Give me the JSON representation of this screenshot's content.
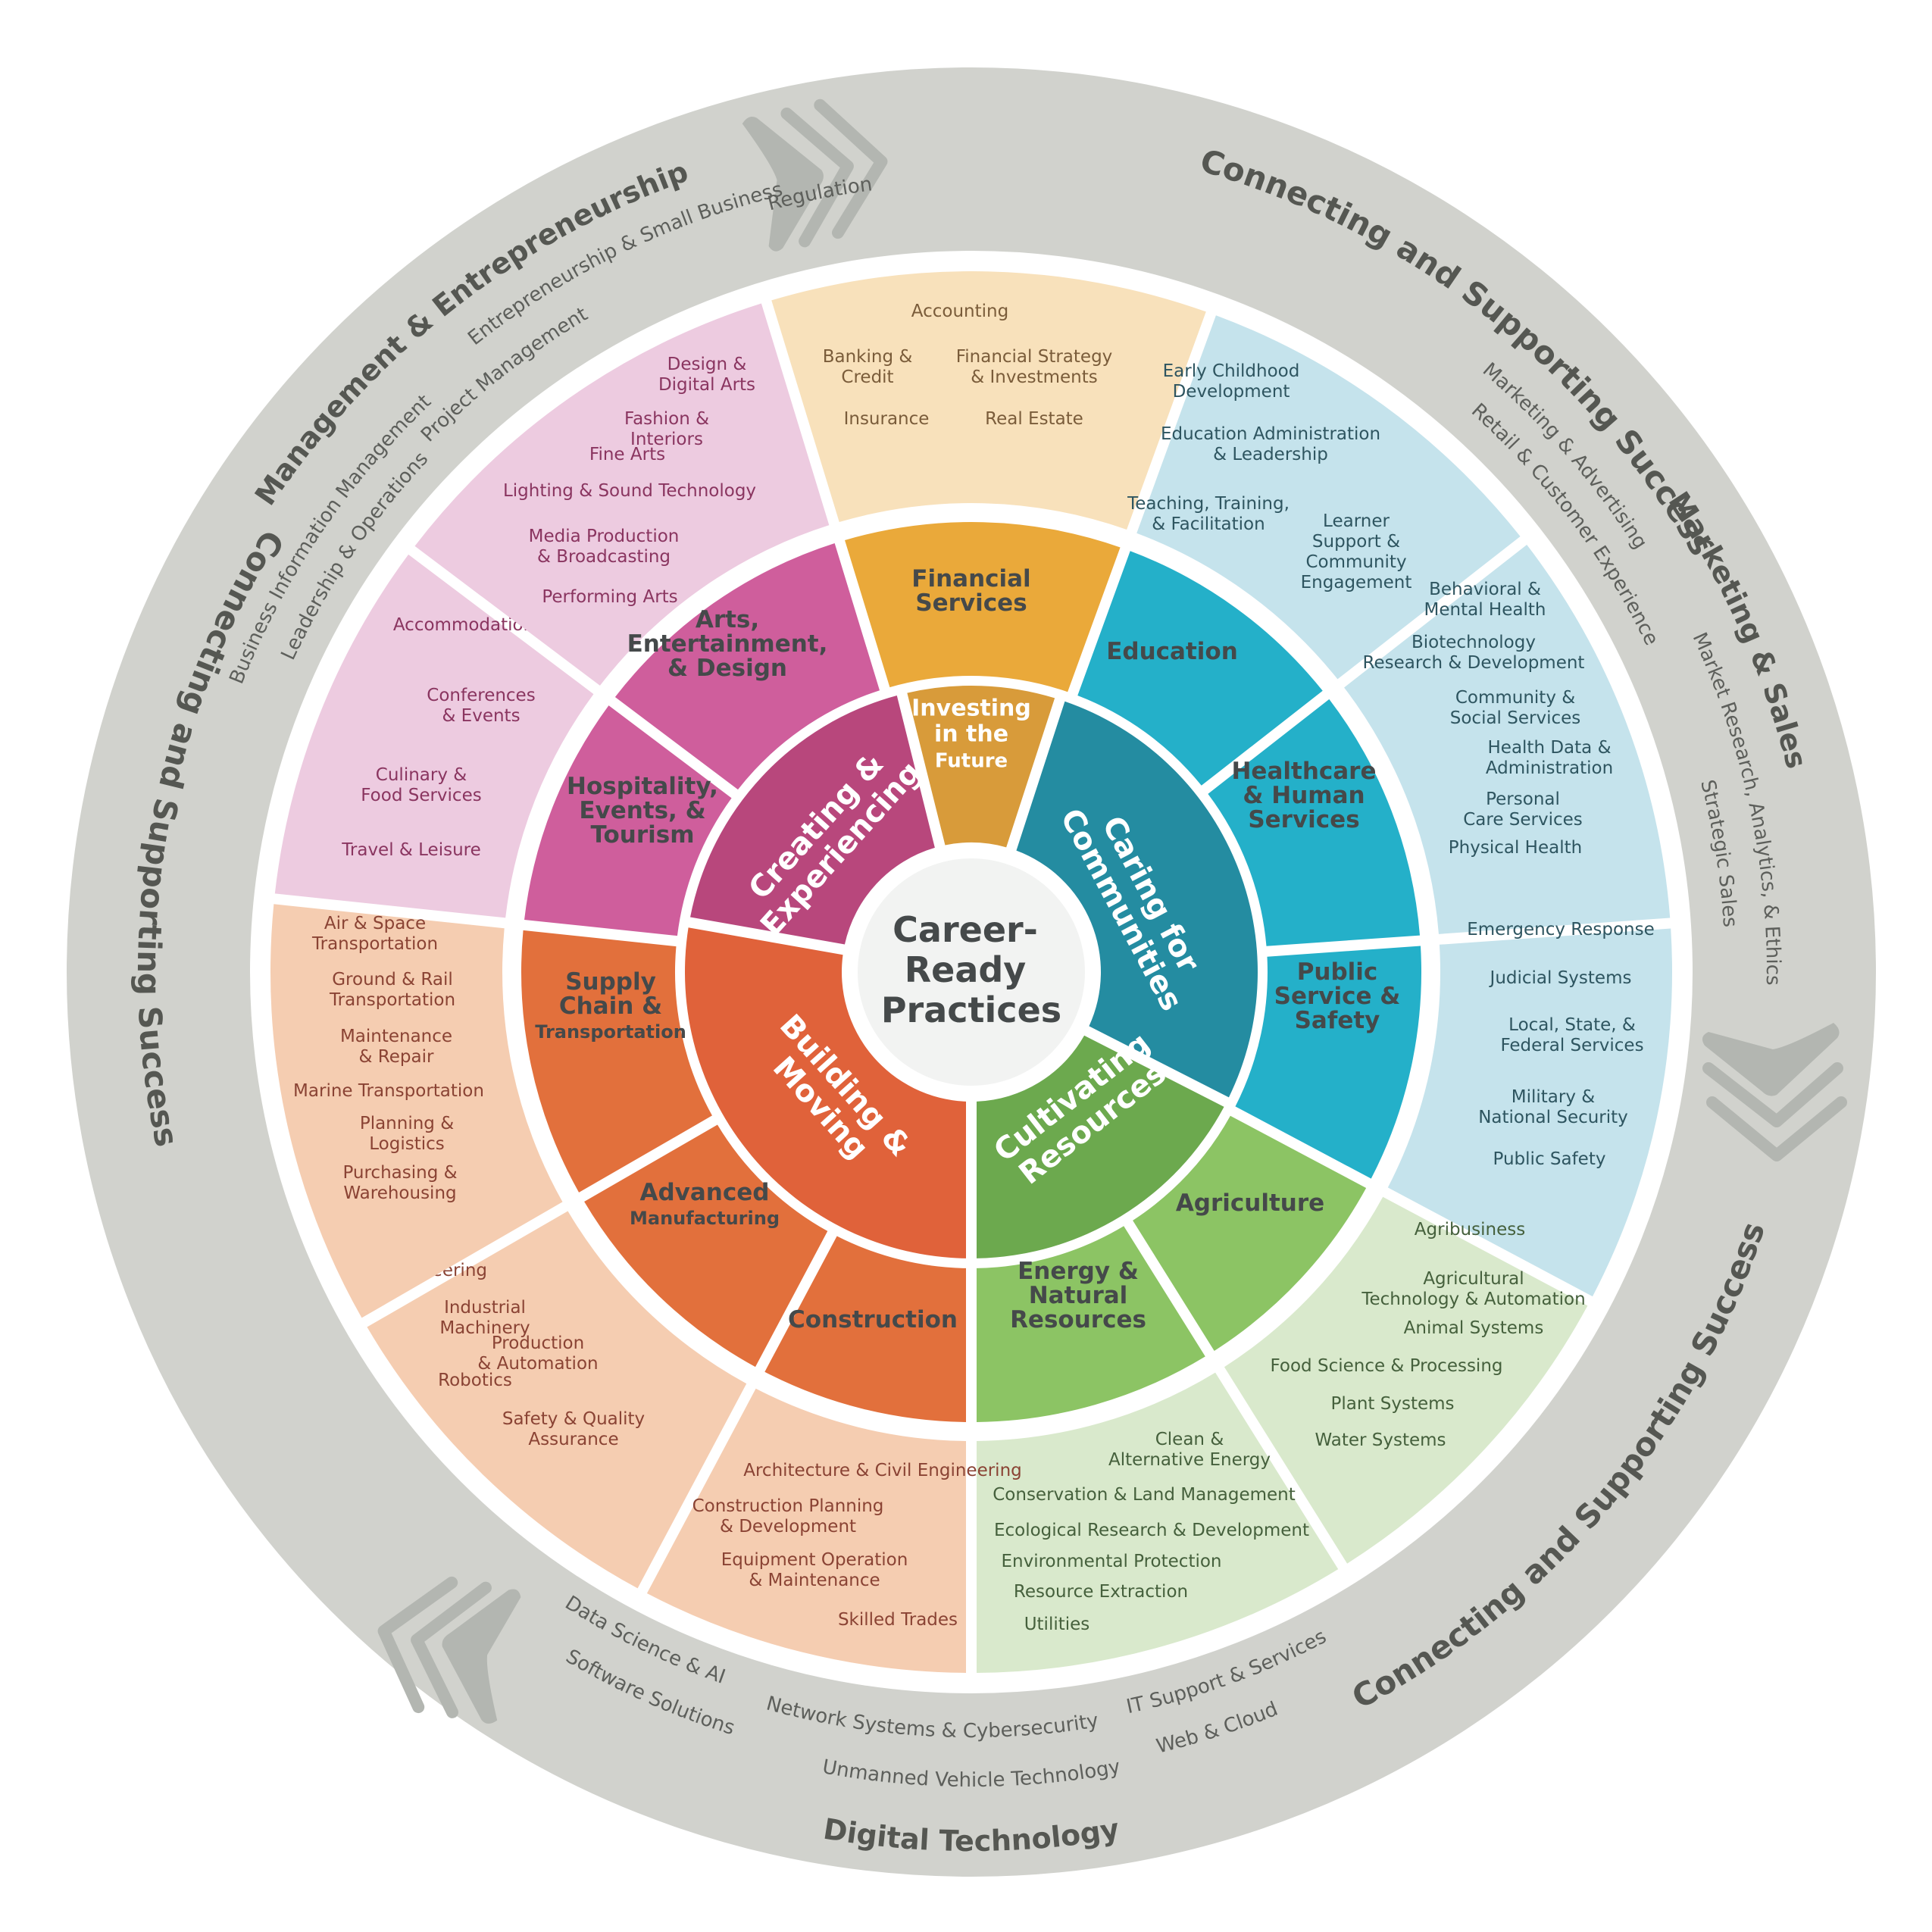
{
  "title": "Career-Ready Practices",
  "colors": {
    "outer_band": "#d1d2cd",
    "chevron": "#b3b6b1",
    "center_fill": "#f2f3f2",
    "band_text": "#5d5f5b",
    "ring_label": "#555752"
  },
  "outer_band": {
    "connecting_label": "Connecting and Supporting Success",
    "groups": [
      {
        "name": "Management & Entrepreneurship",
        "items": [
          "Business Information Management",
          "Leadership & Operations",
          "Entrepreneurship & Small Business",
          "Project Management",
          "Regulation"
        ]
      },
      {
        "name": "Marketing & Sales",
        "items": [
          "Marketing & Advertising",
          "Retail & Customer Experience",
          "Market Research, Analytics, & Ethics",
          "Strategic Sales"
        ]
      },
      {
        "name": "Digital Technology",
        "items": [
          "Data Science & AI",
          "Software Solutions",
          "Network Systems & Cybersecurity",
          "Unmanned Vehicle Technology",
          "IT Support & Services",
          "Web & Cloud"
        ]
      }
    ]
  },
  "pillars": [
    {
      "id": "investing",
      "label": [
        "Investing",
        "in the",
        "Future"
      ],
      "color": "#d89b3a"
    },
    {
      "id": "caring",
      "label": [
        "Caring for",
        "Communities"
      ],
      "color": "#248ca1"
    },
    {
      "id": "cultivating",
      "label": [
        "Cultivating",
        "Resources"
      ],
      "color": "#6ca94e"
    },
    {
      "id": "building",
      "label": [
        "Building &",
        "Moving"
      ],
      "color": "#e0623a"
    },
    {
      "id": "creating",
      "label": [
        "Creating &",
        "Experiencing"
      ],
      "color": "#b8477c"
    }
  ],
  "clusters": [
    {
      "id": "financial",
      "pillar": "investing",
      "label": [
        "Financial",
        "Services"
      ],
      "color": "#eaa93a",
      "light": "#f8e1bb",
      "text_color": "#7a5c3a",
      "careers": [
        "Accounting",
        "Banking & Credit",
        "Financial Strategy & Investments",
        "Insurance",
        "Real Estate"
      ]
    },
    {
      "id": "education",
      "pillar": "caring",
      "label": [
        "Education"
      ],
      "color": "#24b0c9",
      "light": "#c5e3ec",
      "text_color": "#2e5560",
      "careers": [
        "Early Childhood Development",
        "Education Administration & Leadership",
        "Teaching, Training, & Facilitation",
        "Learner Support & Community Engagement"
      ]
    },
    {
      "id": "healthcare",
      "pillar": "caring",
      "label": [
        "Healthcare",
        "& Human",
        "Services"
      ],
      "color": "#24b0c9",
      "light": "#c5e3ec",
      "text_color": "#2e5560",
      "careers": [
        "Behavioral & Mental Health",
        "Biotechnology Research & Development",
        "Community & Social Services",
        "Health Data & Administration",
        "Personal Care Services",
        "Physical Health"
      ]
    },
    {
      "id": "public",
      "pillar": "caring",
      "label": [
        "Public",
        "Service &",
        "Safety"
      ],
      "color": "#24b0c9",
      "light": "#c5e3ec",
      "text_color": "#2e5560",
      "careers": [
        "Emergency Response",
        "Judicial Systems",
        "Local, State, & Federal Services",
        "Military & National Security",
        "Public Safety"
      ]
    },
    {
      "id": "agriculture",
      "pillar": "cultivating",
      "label": [
        "Agriculture"
      ],
      "color": "#8cc464",
      "light": "#d9e9cc",
      "text_color": "#45603c",
      "careers": [
        "Agribusiness",
        "Agricultural Technology & Automation",
        "Animal Systems",
        "Food Science & Processing",
        "Plant Systems",
        "Water Systems"
      ]
    },
    {
      "id": "energy",
      "pillar": "cultivating",
      "label": [
        "Energy &",
        "Natural",
        "Resources"
      ],
      "color": "#8cc464",
      "light": "#d9e9cc",
      "text_color": "#45603c",
      "careers": [
        "Clean & Alternative Energy",
        "Conservation & Land Management",
        "Ecological Research & Development",
        "Environmental Protection",
        "Resource Extraction",
        "Utilities"
      ]
    },
    {
      "id": "construction",
      "pillar": "building",
      "label": [
        "Construction"
      ],
      "color": "#e2703c",
      "light": "#f5cdb1",
      "text_color": "#8a4334",
      "careers": [
        "Architecture & Civil Engineering",
        "Construction Planning & Development",
        "Equipment Operation & Maintenance",
        "Skilled Trades"
      ]
    },
    {
      "id": "manufacturing",
      "pillar": "building",
      "label": [
        "Advanced",
        "Manufacturing"
      ],
      "color": "#e2703c",
      "light": "#f5cdb1",
      "text_color": "#8a4334",
      "careers": [
        "Engineering",
        "Industrial Machinery",
        "Production & Automation",
        "Robotics",
        "Safety & Quality Assurance"
      ]
    },
    {
      "id": "supply",
      "pillar": "building",
      "label": [
        "Supply",
        "Chain &",
        "Transportation"
      ],
      "color": "#e2703c",
      "light": "#f5cdb1",
      "text_color": "#8a4334",
      "careers": [
        "Air & Space Transportation",
        "Ground & Rail Transportation",
        "Maintenance & Repair",
        "Marine Transportation",
        "Planning & Logistics",
        "Purchasing & Warehousing"
      ]
    },
    {
      "id": "hospitality",
      "pillar": "creating",
      "label": [
        "Hospitality,",
        "Events, &",
        "Tourism"
      ],
      "color": "#cf5e9c",
      "light": "#edcbe0",
      "text_color": "#8a3560",
      "careers": [
        "Accommodations",
        "Conferences & Events",
        "Culinary & Food Services",
        "Travel & Leisure"
      ]
    },
    {
      "id": "arts",
      "pillar": "creating",
      "label": [
        "Arts,",
        "Entertainment,",
        "& Design"
      ],
      "color": "#cf5e9c",
      "light": "#edcbe0",
      "text_color": "#8a3560",
      "careers": [
        "Design & Digital Arts",
        "Fashion & Interiors",
        "Fine Arts",
        "Lighting & Sound Technology",
        "Media Production & Broadcasting",
        "Performing Arts"
      ]
    }
  ],
  "center": {
    "label": [
      "Career-",
      "Ready",
      "Practices"
    ]
  }
}
